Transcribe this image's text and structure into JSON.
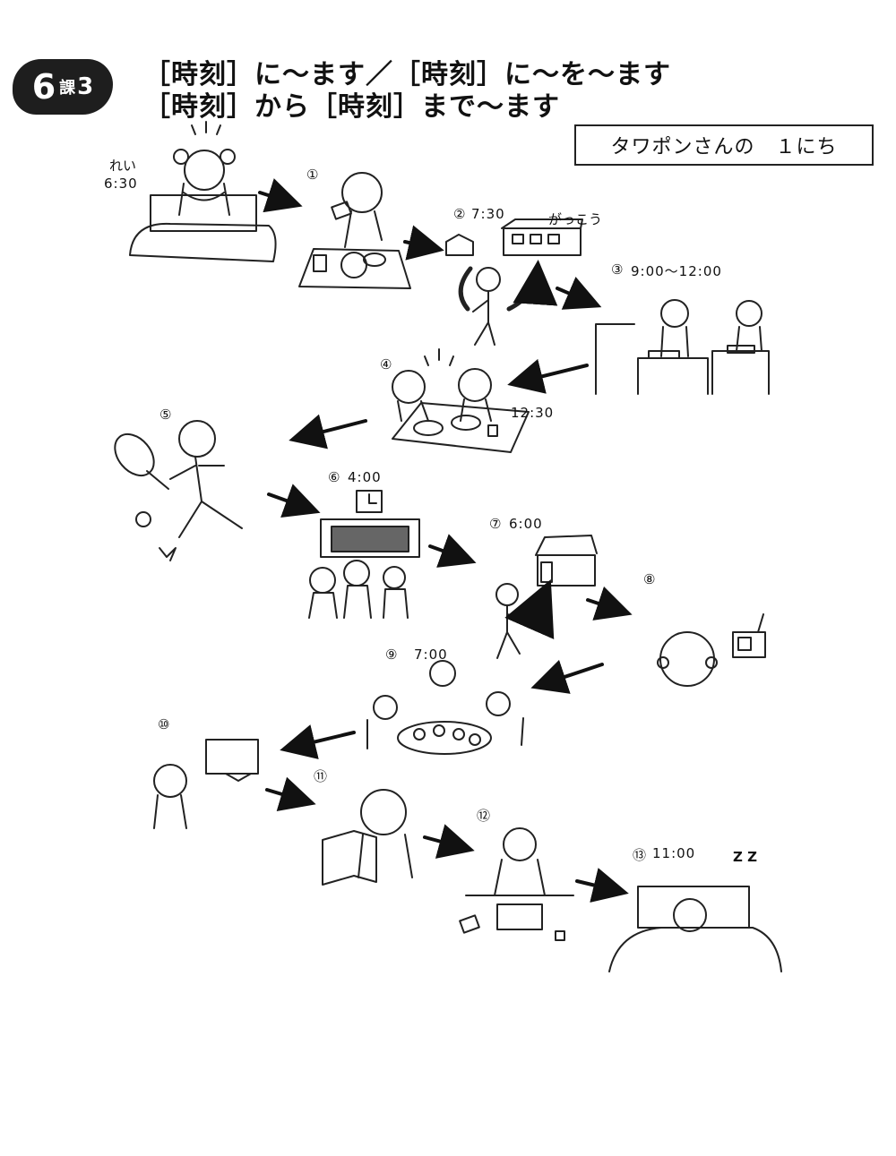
{
  "lesson_badge": {
    "number": "6",
    "ka": "課",
    "part": "3"
  },
  "heading": {
    "line1": "［時刻］に～ます／［時刻］に～を～ます",
    "line2": "［時刻］から［時刻］まで～ます"
  },
  "title": "タワポンさんの　１にち",
  "example": {
    "label": "れい",
    "time": "6:30"
  },
  "school_label": "がっこう",
  "steps": [
    {
      "marker": "①",
      "time": ""
    },
    {
      "marker": "②",
      "time": "7:30"
    },
    {
      "marker": "③",
      "time": "9:00～12:00"
    },
    {
      "marker": "④",
      "time": "12:30"
    },
    {
      "marker": "⑤",
      "time": ""
    },
    {
      "marker": "⑥",
      "time": "4:00"
    },
    {
      "marker": "⑦",
      "time": "6:00"
    },
    {
      "marker": "⑧",
      "time": ""
    },
    {
      "marker": "⑨",
      "time": "7:00"
    },
    {
      "marker": "⑩",
      "time": ""
    },
    {
      "marker": "⑪",
      "time": ""
    },
    {
      "marker": "⑫",
      "time": ""
    },
    {
      "marker": "⑬",
      "time": "11:00"
    }
  ],
  "sleep_mark": "Z Z"
}
